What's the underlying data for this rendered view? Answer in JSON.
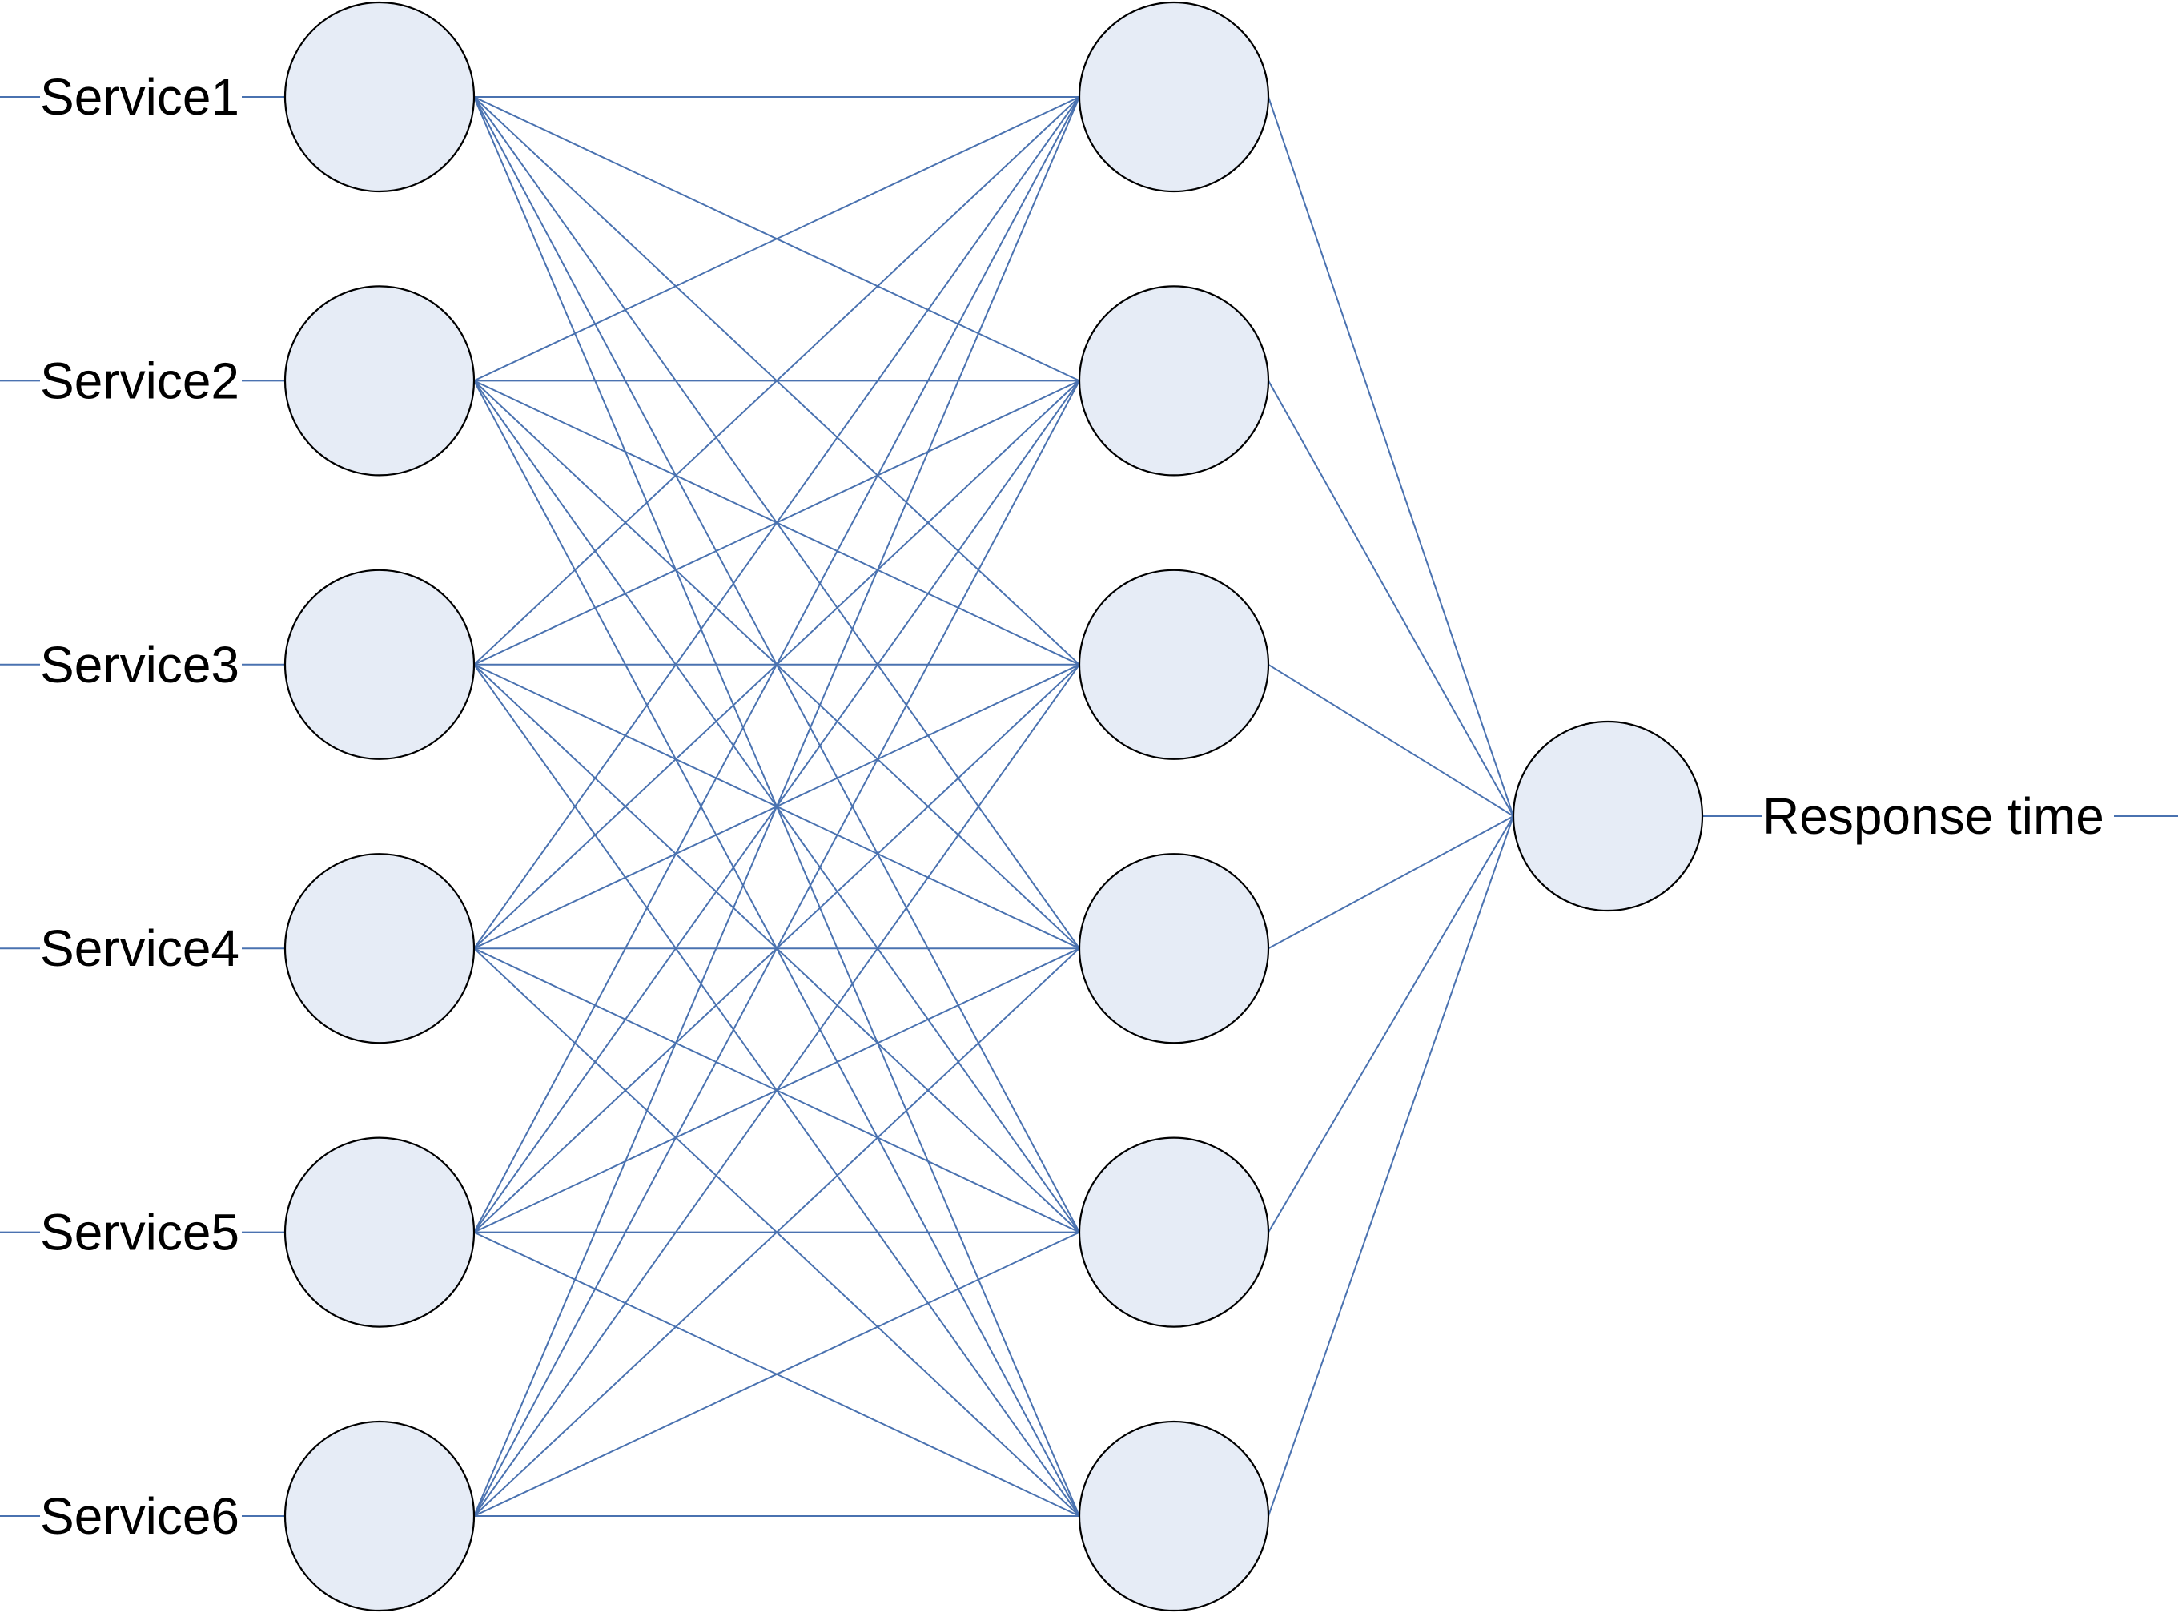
{
  "diagram": {
    "type": "neural-network",
    "edge_color": "#4a72b0",
    "node_fill": "#e6ecf6",
    "node_stroke": "#000000",
    "layers": [
      {
        "role": "input",
        "count": 6
      },
      {
        "role": "hidden",
        "count": 6
      },
      {
        "role": "output",
        "count": 1
      }
    ],
    "input_labels": [
      "Service1",
      "Service2",
      "Service3",
      "Service4",
      "Service5",
      "Service6"
    ],
    "output_label": "Response time",
    "connectivity": "fully-connected"
  }
}
